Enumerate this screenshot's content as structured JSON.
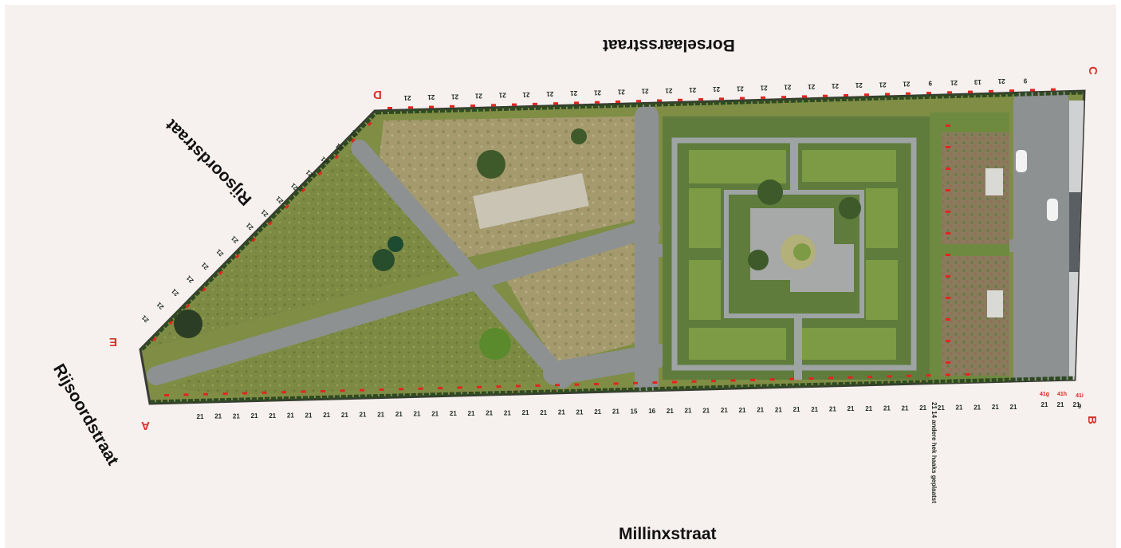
{
  "streets": {
    "north": "Borselaarsstraat",
    "northwest": "Rijsoordstraat",
    "west": "Rijsoordstraat",
    "south": "Millinxstraat"
  },
  "corners": {
    "A": "A",
    "B": "B",
    "C": "C",
    "D": "D",
    "E": "E"
  },
  "bottom_measurements": [
    "21",
    "21",
    "21",
    "21",
    "21",
    "21",
    "21",
    "21",
    "21",
    "21",
    "21",
    "21",
    "21",
    "21",
    "21",
    "21",
    "21",
    "21",
    "21",
    "21",
    "21",
    "21",
    "21",
    "21",
    "15",
    "16",
    "21",
    "21",
    "21",
    "21",
    "21",
    "21",
    "21",
    "21",
    "21",
    "21",
    "21",
    "21",
    "21",
    "21",
    "21",
    "21",
    "21",
    "21",
    "21",
    "21"
  ],
  "right_bottom_measurements": [
    "21",
    "21",
    "21"
  ],
  "right_extra_labels": [
    "41g",
    "41h",
    "41i",
    "9"
  ],
  "top_measurements": [
    "21",
    "21",
    "21",
    "21",
    "21",
    "21",
    "21",
    "21",
    "21",
    "21",
    "21",
    "21",
    "21",
    "21",
    "21",
    "21",
    "21",
    "21",
    "21",
    "21",
    "21",
    "21",
    "9",
    "21",
    "13",
    "21",
    "9"
  ],
  "diagonal_measurements": [
    "21",
    "21",
    "21",
    "21",
    "21",
    "21",
    "21",
    "21",
    "21",
    "21",
    "21",
    "21",
    "21",
    "21",
    "21"
  ],
  "note": "21 14 andere hek haaks geplaatst",
  "colors": {
    "red_label": "#e0261f",
    "grass": "#7f8d45",
    "path": "#8a8e8f"
  }
}
